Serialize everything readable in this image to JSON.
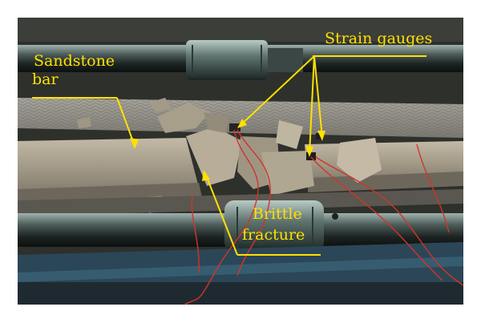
{
  "annotations": {
    "strain_gauges": "Strain gauges",
    "sandstone_line1": "Sandstone",
    "sandstone_line2": "bar",
    "brittle_line1": "Brittle",
    "brittle_line2": "fracture"
  },
  "colors": {
    "annotation": "#ffe100",
    "rod": "#2a3330",
    "sandstone": "#a79f8d",
    "rail": "#8c8a82",
    "wire": "#d2342a"
  }
}
